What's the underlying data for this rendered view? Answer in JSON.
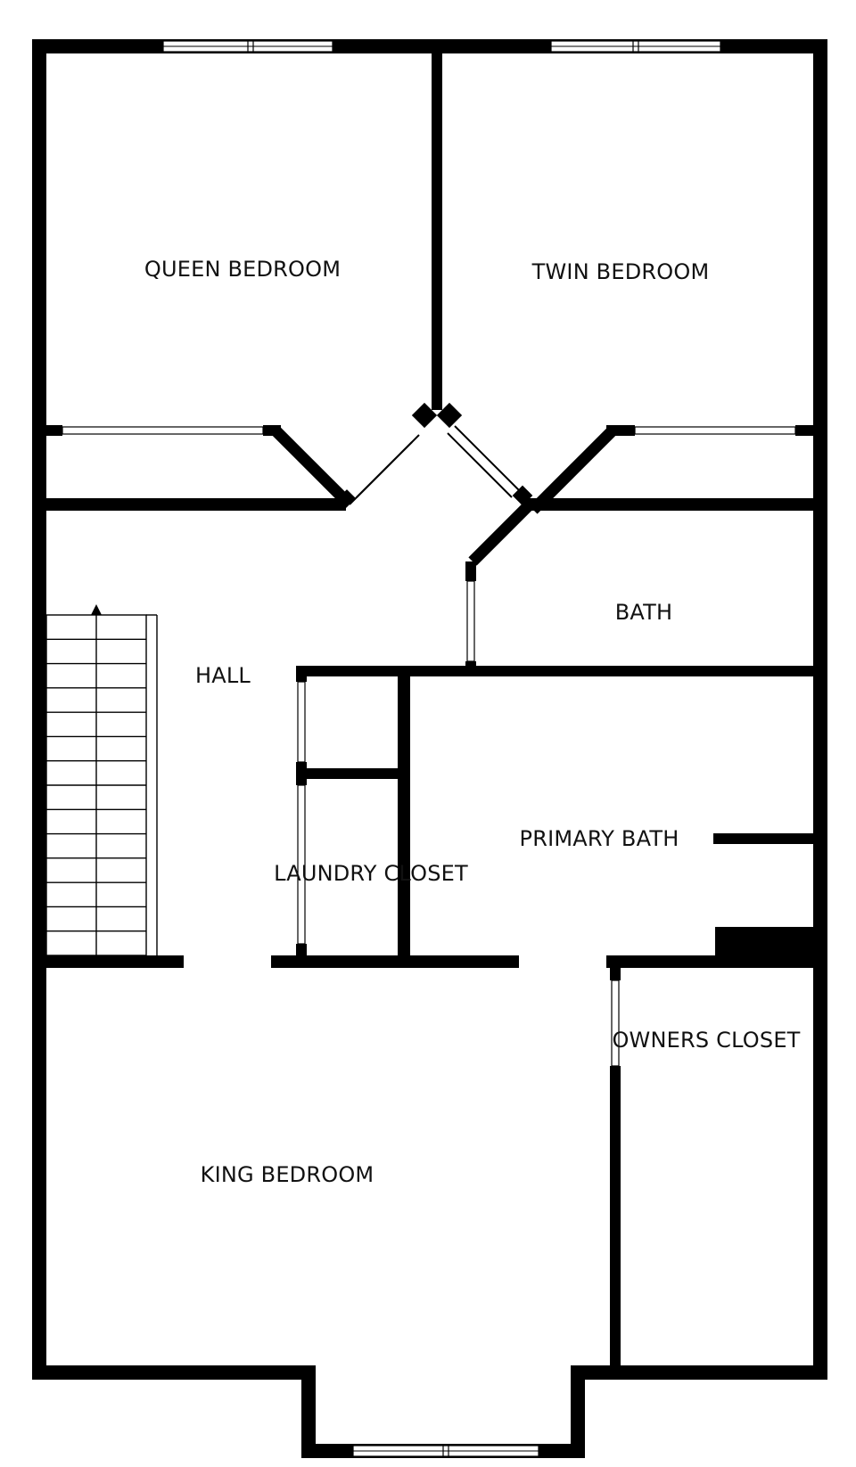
{
  "floorplan": {
    "rooms": {
      "queen_bedroom": "QUEEN BEDROOM",
      "twin_bedroom": "TWIN BEDROOM",
      "bath": "BATH",
      "hall": "HALL",
      "primary_bath": "PRIMARY BATH",
      "laundry_closet": "LAUNDRY CLOSET",
      "owners_closet": "OWNERS CLOSET",
      "king_bedroom": "KING BEDROOM"
    },
    "colors": {
      "wall": "#000000",
      "background": "#ffffff"
    }
  }
}
